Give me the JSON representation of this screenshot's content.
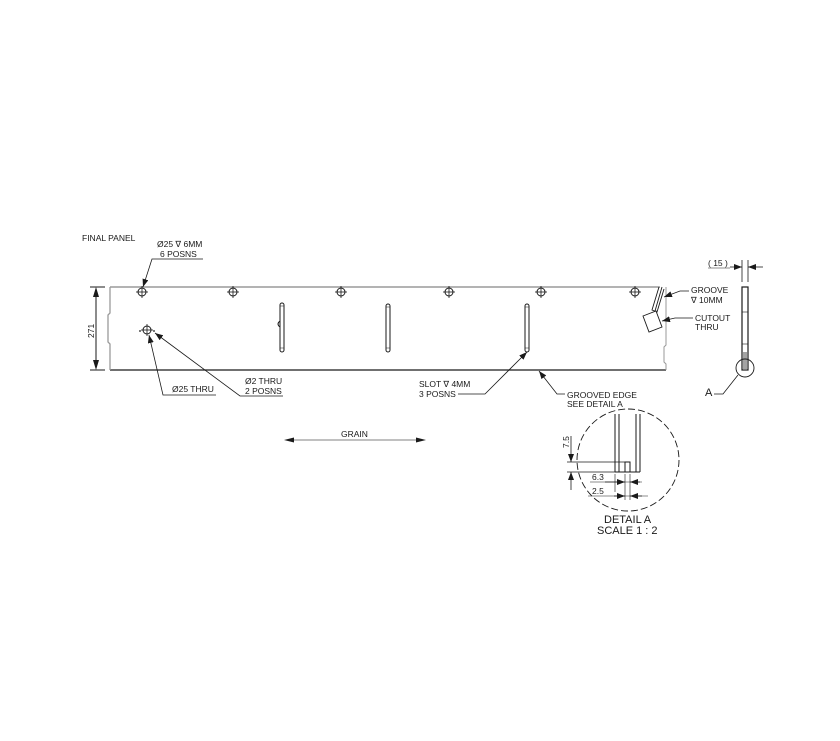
{
  "drawing": {
    "title": "FINAL PANEL",
    "dimensions": {
      "height": "271",
      "thickness": "( 15 )"
    },
    "callouts": {
      "top_holes": {
        "line1": "Ø25 ∇ 6MM",
        "line2": "6 POSNS"
      },
      "thru_hole": {
        "line1": "Ø25 THRU"
      },
      "pin_holes": {
        "line1": "Ø2 THRU",
        "line2": "2 POSNS"
      },
      "slot": {
        "line1": "SLOT ∇ 4MM",
        "line2": "3 POSNS"
      },
      "grooved_edge": {
        "line1": "GROOVED EDGE",
        "line2": "SEE DETAIL A"
      },
      "groove": {
        "line1": "GROOVE",
        "line2": "∇ 10MM"
      },
      "cutout": {
        "line1": "CUTOUT",
        "line2": "THRU"
      },
      "grain": "GRAIN",
      "detail_marker": "A"
    },
    "detail_a": {
      "title": "DETAIL A",
      "scale": "SCALE 1 : 2",
      "dim_depth": "7.5",
      "dim_offset": "6.3",
      "dim_width": "2.5"
    },
    "colors": {
      "line": "#1a1a1a",
      "edge_gray": "#9a9a9a",
      "background": "#ffffff"
    }
  }
}
